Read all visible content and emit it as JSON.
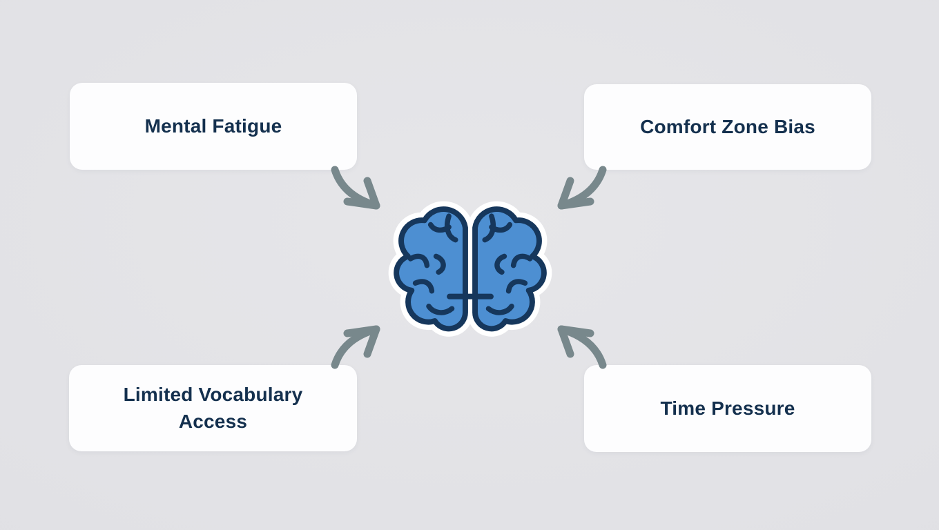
{
  "diagram": {
    "type": "concept-map",
    "center_icon": "brain-icon",
    "boxes": [
      {
        "id": "mental-fatigue",
        "label": "Mental Fatigue",
        "position": "top-left"
      },
      {
        "id": "comfort-zone-bias",
        "label": "Comfort Zone Bias",
        "position": "top-right"
      },
      {
        "id": "limited-vocabulary-access",
        "label": "Limited Vocabulary Access",
        "position": "bottom-left"
      },
      {
        "id": "time-pressure",
        "label": "Time Pressure",
        "position": "bottom-right"
      }
    ],
    "connections": [
      {
        "from": "mental-fatigue",
        "to": "center"
      },
      {
        "from": "comfort-zone-bias",
        "to": "center"
      },
      {
        "from": "limited-vocabulary-access",
        "to": "center"
      },
      {
        "from": "time-pressure",
        "to": "center"
      }
    ],
    "colors": {
      "background": "#e1e1e5",
      "card_bg": "#fdfdfe",
      "text": "#14304e",
      "arrow": "#78888c",
      "brain_fill": "#4d8fd2",
      "brain_outline": "#16375c",
      "brain_halo": "#ffffff"
    }
  }
}
